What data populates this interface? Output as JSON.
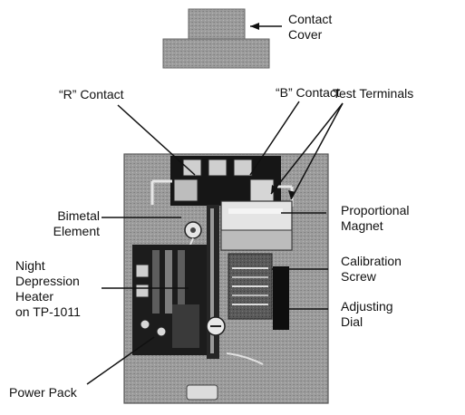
{
  "labels": {
    "contact_cover": [
      "Contact",
      "Cover"
    ],
    "r_contact": [
      "“R” Contact"
    ],
    "b_contact": [
      "“B” Contact"
    ],
    "test_terminals": [
      "Test Terminals"
    ],
    "bimetal_element": [
      "Bimetal",
      "Element"
    ],
    "proportional_magnet": [
      "Proportional",
      "Magnet"
    ],
    "night_depression_heater": [
      "Night",
      "Depression",
      "Heater",
      "on TP-1011"
    ],
    "calibration_screw": [
      "Calibration",
      "Screw"
    ],
    "adjusting_dial": [
      "Adjusting",
      "Dial"
    ],
    "power_pack": [
      "Power Pack"
    ]
  },
  "colors": {
    "base_plate": "#9a9a9a",
    "dark_part": "#1a1a1a",
    "cover": "#8c8c8c",
    "ink": "#111111"
  }
}
